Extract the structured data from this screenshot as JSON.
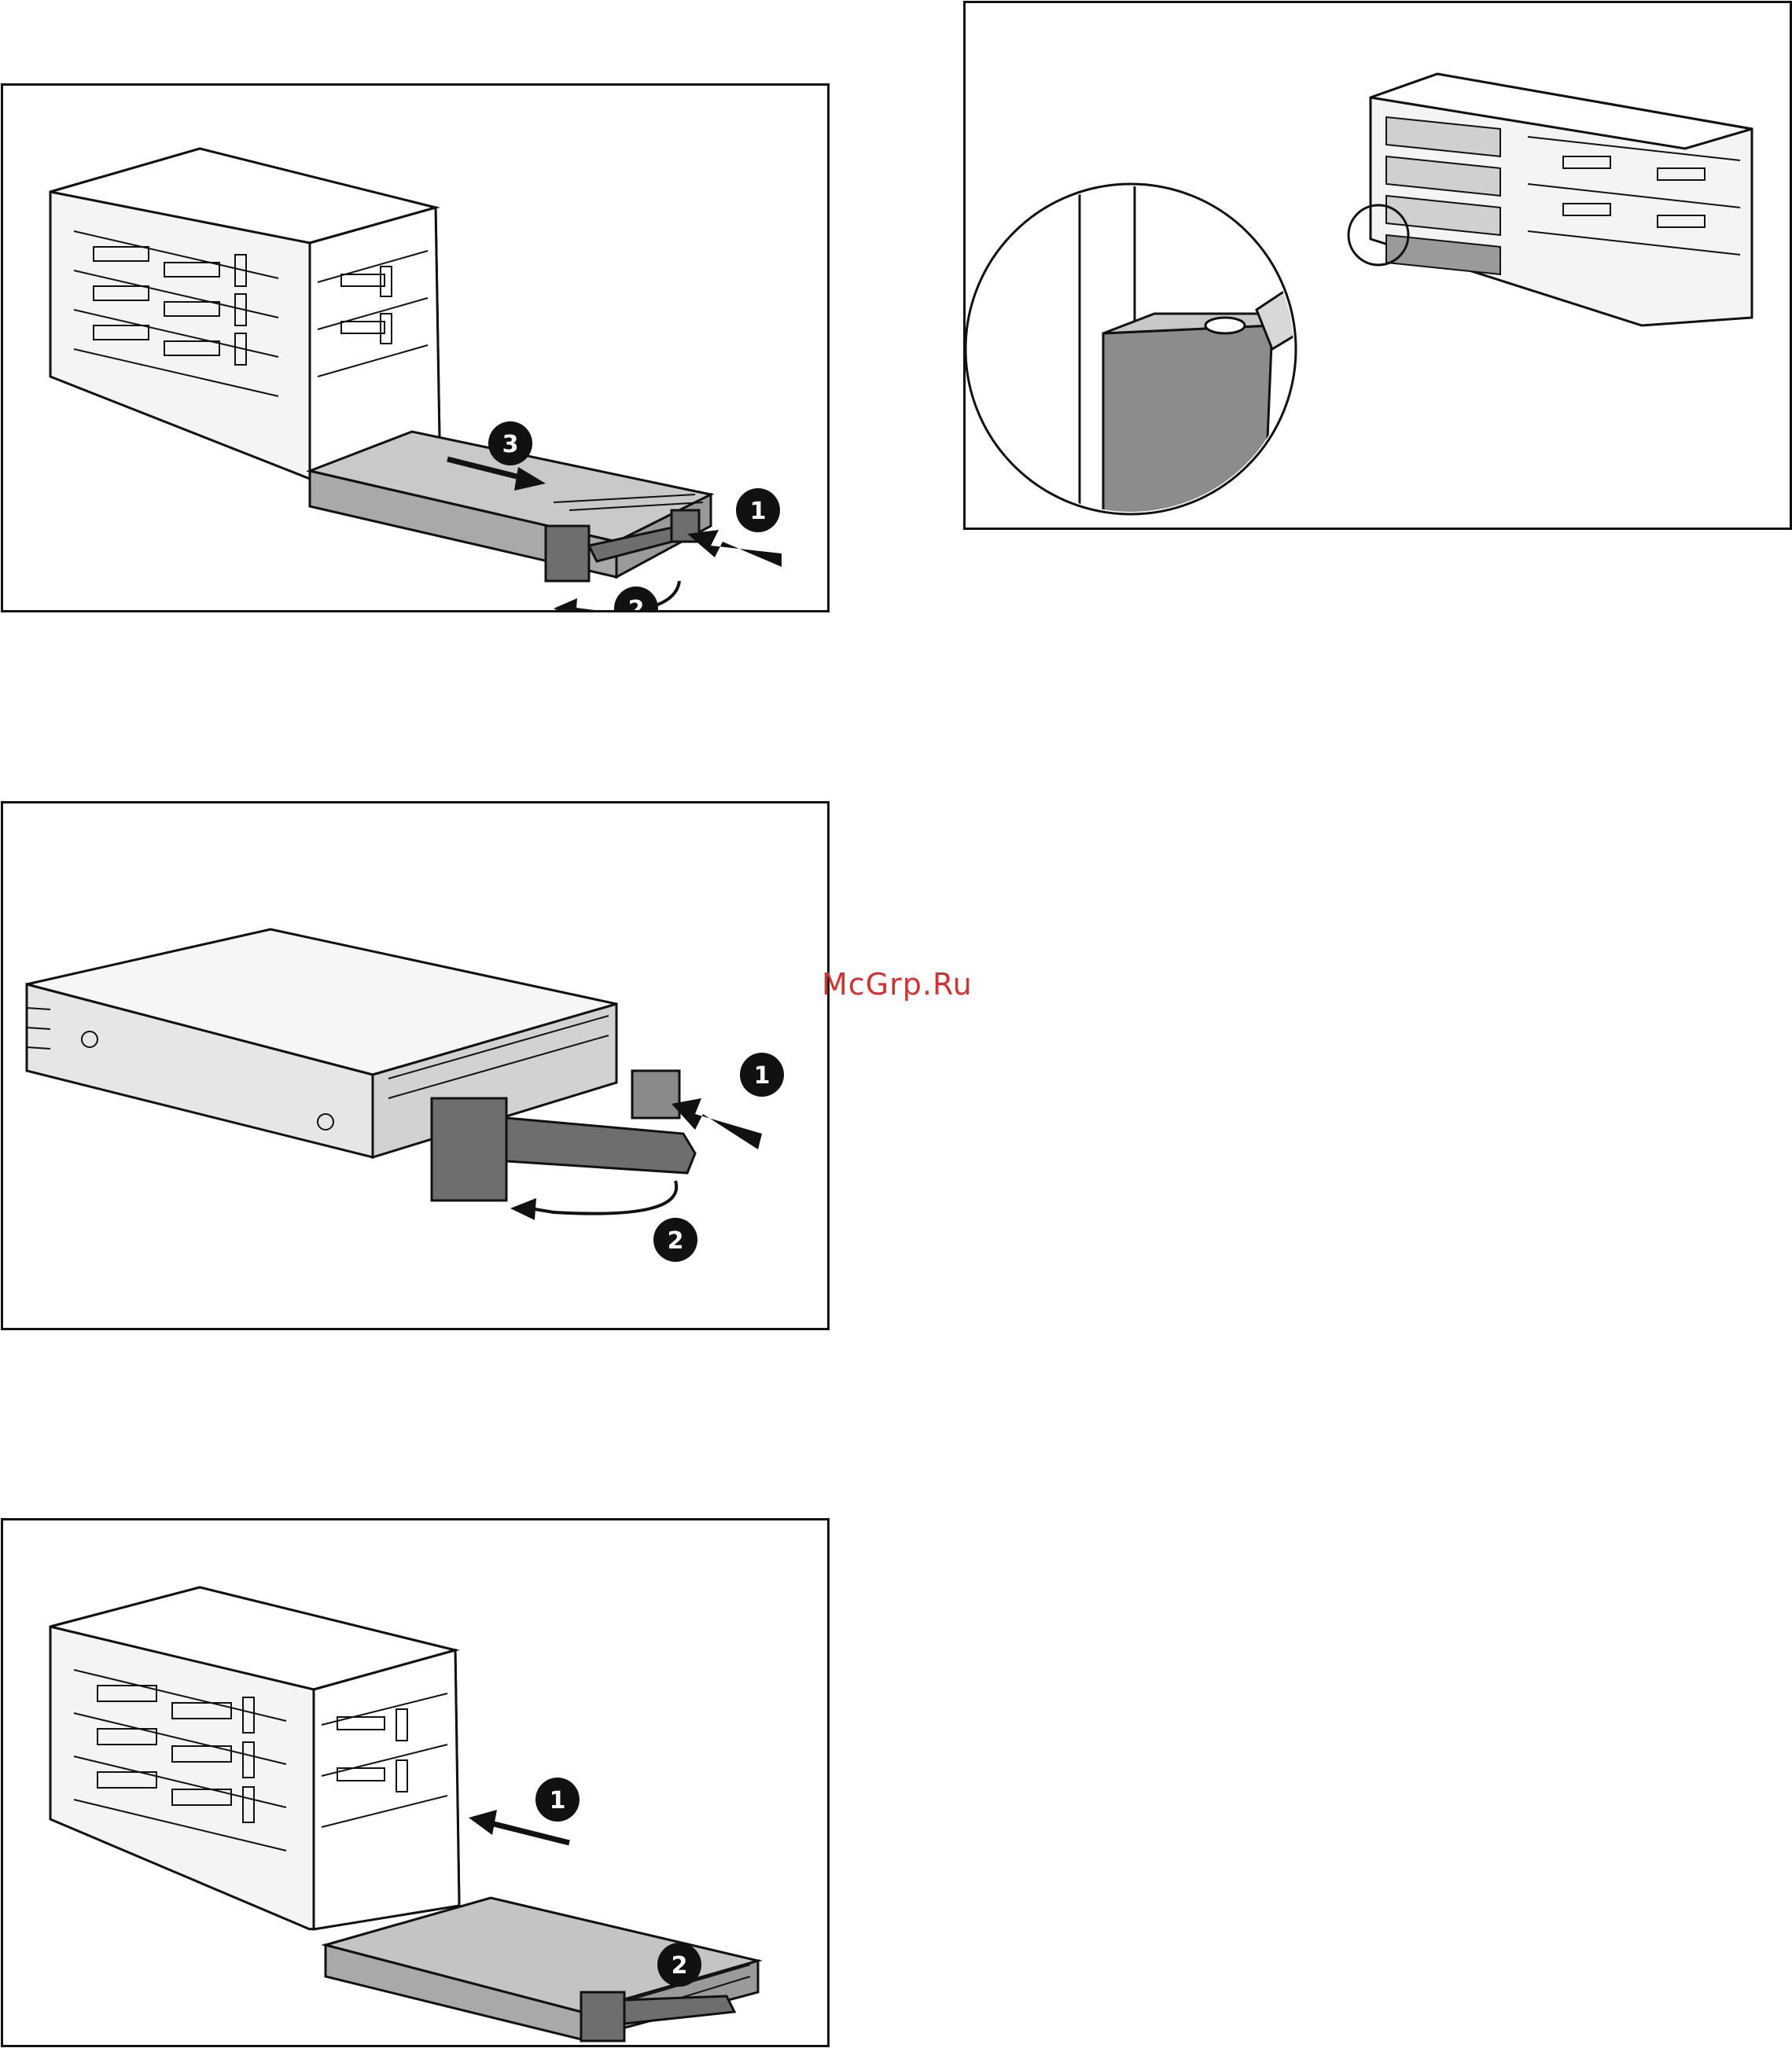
{
  "watermark": "McGrp.Ru",
  "figures": [
    {
      "id": "remove-drive-from-cage",
      "callouts": [
        "1",
        "2",
        "3"
      ]
    },
    {
      "id": "drive-cage-detail",
      "callouts": []
    },
    {
      "id": "release-drive-lever",
      "callouts": [
        "1",
        "2"
      ]
    },
    {
      "id": "install-drive-into-cage",
      "callouts": [
        "1",
        "2"
      ]
    }
  ],
  "colors": {
    "line": "#111111",
    "drive_fill": "#b8b8b8",
    "lever_fill": "#6e6e6e",
    "cage_fill": "#f4f4f4",
    "watermark": "#d13333"
  },
  "icons": [
    "push-arrow-icon",
    "rotate-arrow-icon",
    "slide-arrow-icon",
    "callout-badge-icon"
  ]
}
